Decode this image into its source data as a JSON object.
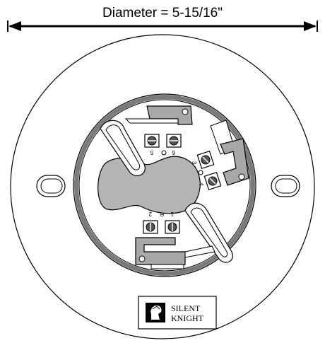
{
  "dimension": {
    "label": "Diameter = 5-15/16\""
  },
  "terminals": {
    "t1": "1",
    "t2": "2",
    "t3": "3",
    "t4": "4",
    "t5": "5",
    "t6": "6"
  },
  "ground_symbol": "⊖",
  "logo": {
    "line1": "SILENT",
    "line2": "KNIGHT"
  },
  "colors": {
    "line": "#000000",
    "inner_ring": "#7a7a7a",
    "bracket_fill": "#a8a8a8",
    "center_fill": "#b4b4b4",
    "background": "#ffffff"
  }
}
